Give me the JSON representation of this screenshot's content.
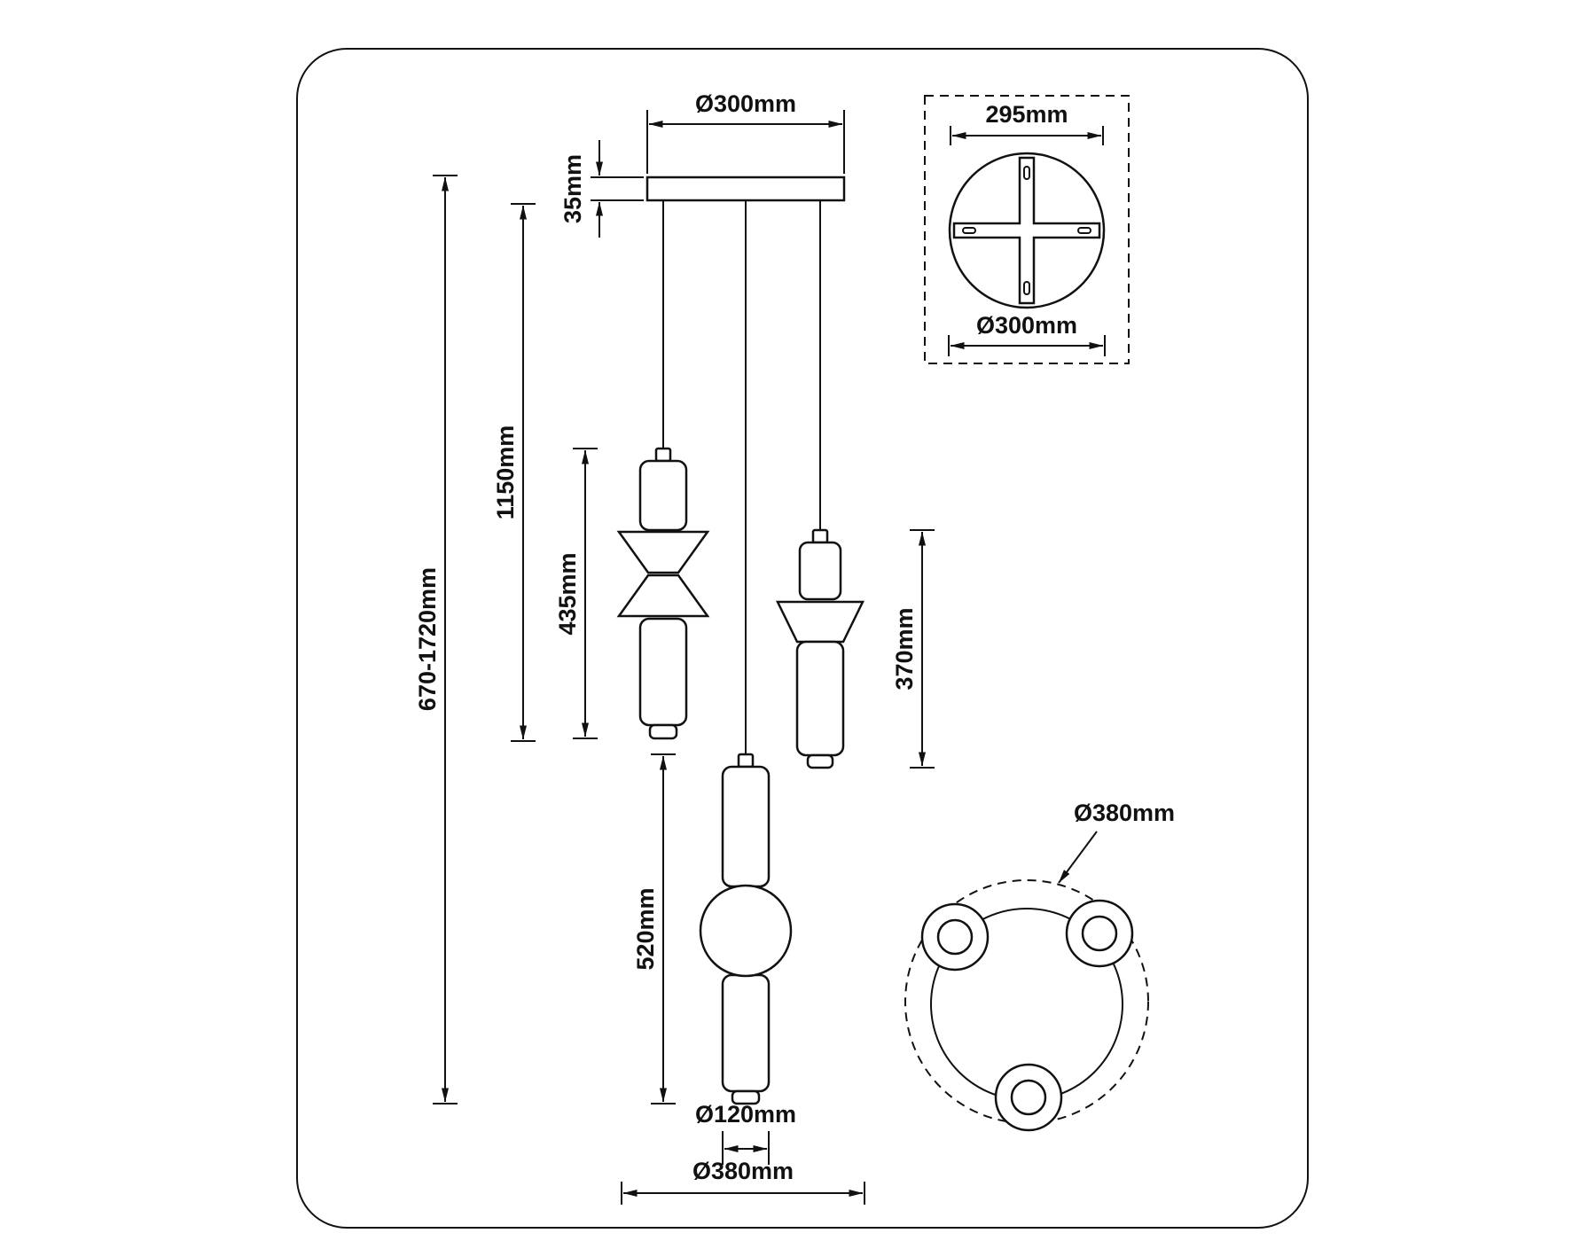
{
  "colors": {
    "background": "#ffffff",
    "ink": "#111111"
  },
  "diagram": {
    "subject": "Three-light cascade pendant lamp technical dimension drawing",
    "front_view": {
      "canopy_diameter_label": "Ø300mm",
      "canopy_thickness_label": "35mm",
      "overall_height_label": "670-1720mm",
      "suspension_drop_label": "1150mm",
      "left_pendant_height_label": "435mm",
      "center_pendant_height_label": "520mm",
      "right_pendant_height_label": "370mm",
      "pendant_diameter_label": "Ø120mm",
      "fixture_spread_label": "Ø380mm"
    },
    "canopy_top_view": {
      "bracket_width_label": "295mm",
      "canopy_diameter_label": "Ø300mm"
    },
    "layout_top_view": {
      "spread_diameter_label": "Ø380mm"
    }
  }
}
